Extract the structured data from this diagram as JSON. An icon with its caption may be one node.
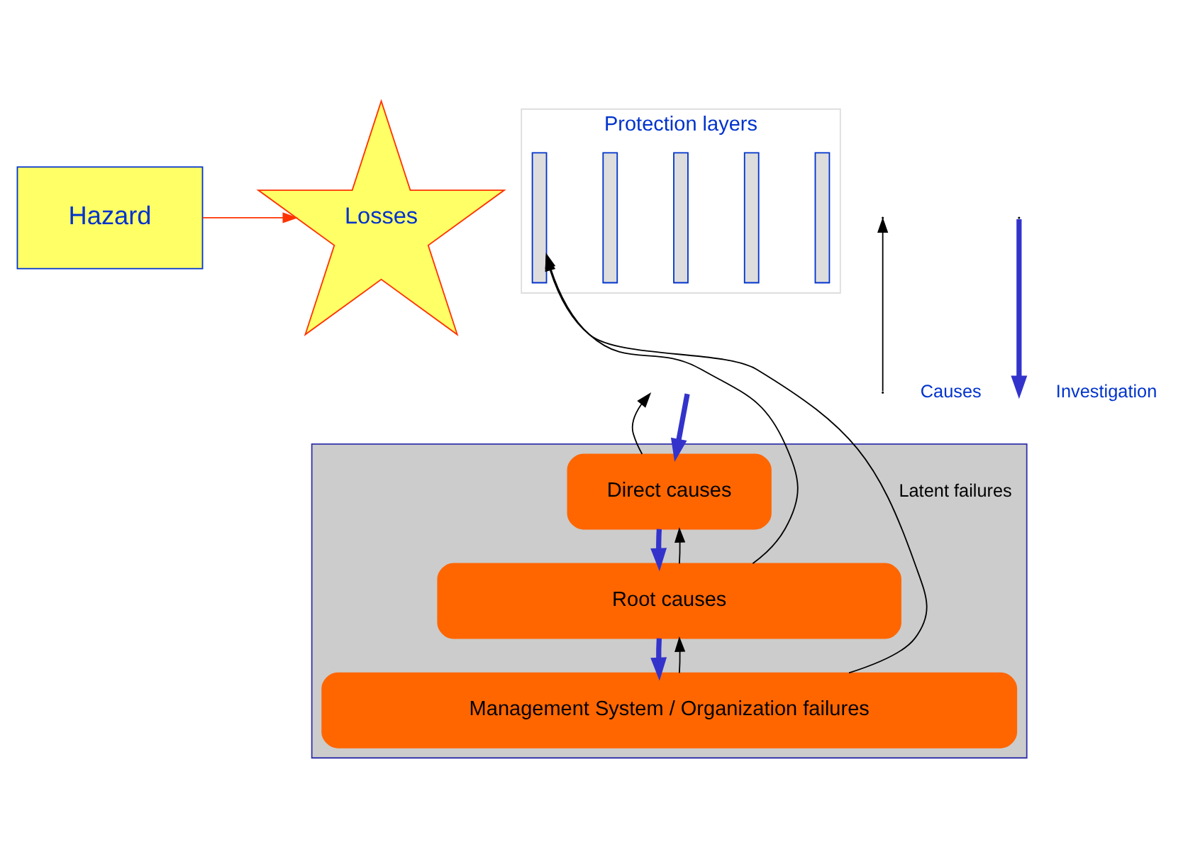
{
  "diagram": {
    "nodes": [
      {
        "text": [
          "Hazard"
        ]
      },
      {
        "text": [
          "Protection layers"
        ]
      },
      {
        "text": [],
        "shape": "bar",
        "in": 1
      },
      {
        "text": [],
        "shape": "bar",
        "in": 1
      },
      {
        "text": [],
        "shape": "bar",
        "in": 1
      },
      {
        "text": [],
        "shape": "bar",
        "in": 1
      },
      {
        "text": [],
        "shape": "bar",
        "in": 1
      },
      {
        "text": [
          "Losses"
        ]
      },
      {
        "text": [],
        "shape": "triangle"
      },
      {
        "text": [
          "Direct causes"
        ],
        "in": 8
      },
      {
        "text": [
          "Root causes"
        ],
        "in": 8
      },
      {
        "text": [
          "Management System / Organization failures"
        ],
        "in": 8
      }
    ],
    "edges": [
      {
        "from": 0,
        "to": 7,
        "arrow": "to",
        "color": "#ff3300"
      },
      {
        "from": 11,
        "to": 10,
        "arrow": "to"
      },
      {
        "from": 10,
        "to": 11,
        "arrow": "to",
        "style": "thick",
        "color": "#3333cc"
      },
      {
        "from": 10,
        "to": 9,
        "arrow": "to"
      },
      {
        "from": 9,
        "to": 10,
        "arrow": "to",
        "style": "thick",
        "color": "#3333cc"
      },
      {
        "from": 9,
        "to": null,
        "arrow": "to"
      },
      {
        "from": null,
        "to": 9,
        "arrow": "to",
        "style": "thick",
        "color": "#3333cc"
      },
      {
        "from": 11,
        "to": 2,
        "arrow": "to",
        "label": "Latent failures"
      },
      {
        "from": 10,
        "to": 2,
        "arrow": "to"
      }
    ],
    "legend": [
      {
        "text": "Causes"
      },
      {
        "text": "Investigation"
      }
    ]
  }
}
